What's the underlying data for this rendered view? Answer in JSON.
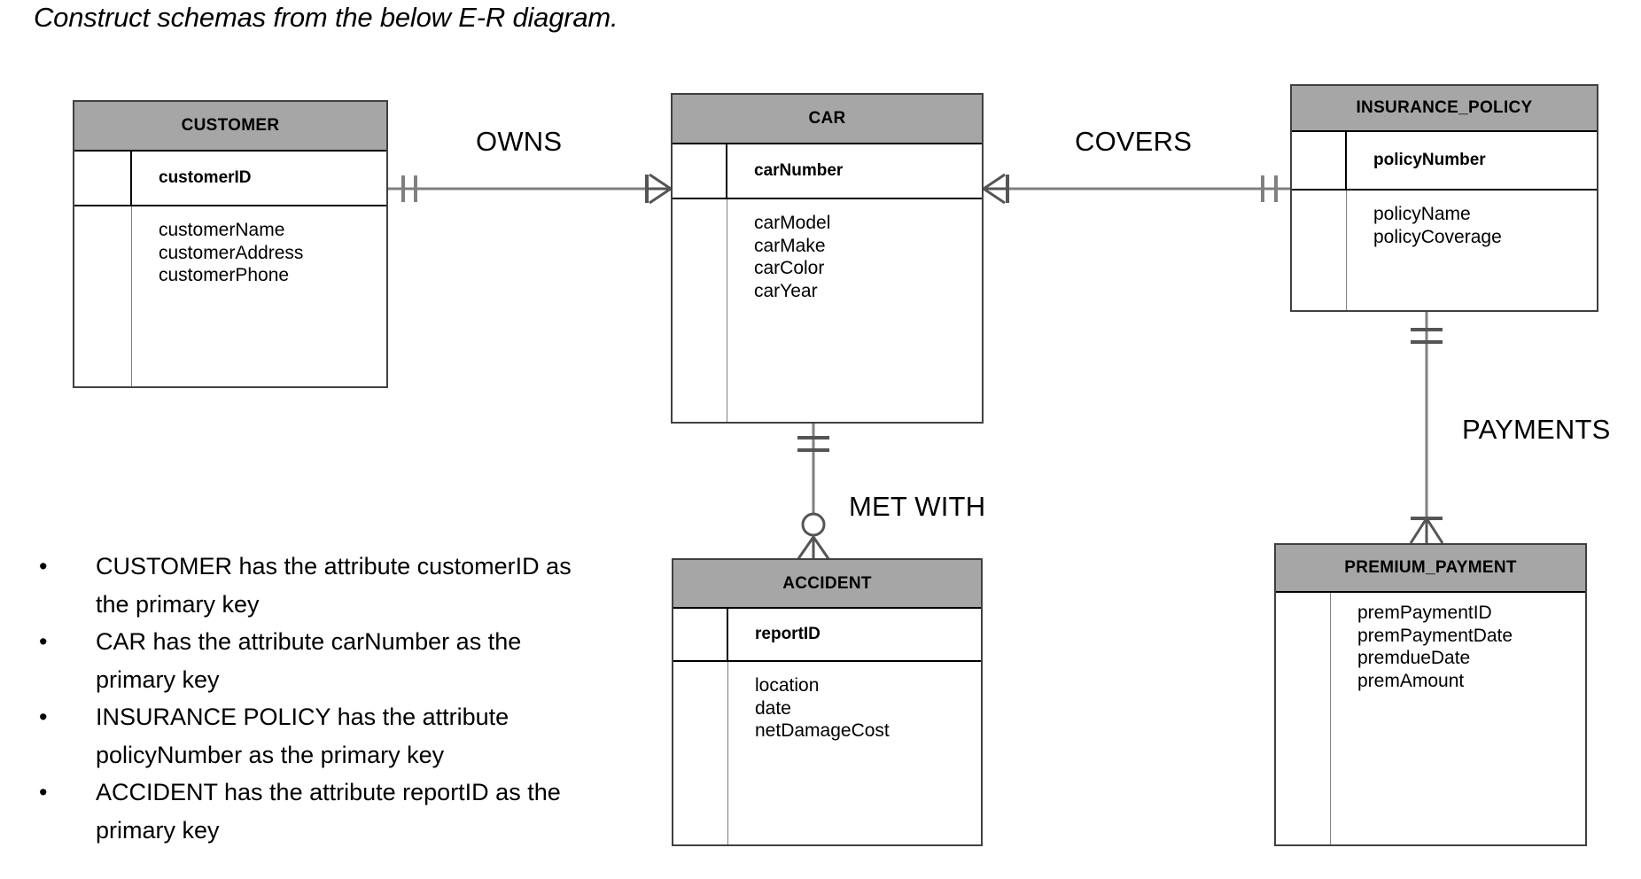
{
  "title": "Construct schemas from the below E-R diagram.",
  "colors": {
    "header_fill": "#a6a6a6",
    "border_dark": "#000000",
    "border_soft": "#808080",
    "line": "#808080",
    "text": "#000000",
    "background": "#ffffff"
  },
  "entities": [
    {
      "name": "CUSTOMER",
      "primary_key": "customerID",
      "attributes": [
        "customerName",
        "customerAddress",
        "customerPhone"
      ]
    },
    {
      "name": "CAR",
      "primary_key": "carNumber",
      "attributes": [
        "carModel",
        "carMake",
        "carColor",
        "carYear"
      ]
    },
    {
      "name": "INSURANCE_POLICY",
      "primary_key": "policyNumber",
      "attributes": [
        "policyName",
        "policyCoverage"
      ]
    },
    {
      "name": "ACCIDENT",
      "primary_key": "reportID",
      "attributes": [
        "location",
        "date",
        "netDamageCost"
      ]
    },
    {
      "name": "PREMIUM_PAYMENT",
      "primary_key": "",
      "attributes": [
        "premPaymentID",
        "premPaymentDate",
        "premdueDate",
        "premAmount"
      ]
    }
  ],
  "relationships": [
    {
      "label": "OWNS",
      "from": "CUSTOMER",
      "to": "CAR",
      "from_cardinality": "one-and-only-one",
      "to_cardinality": "many"
    },
    {
      "label": "COVERS",
      "from": "CAR",
      "to": "INSURANCE_POLICY",
      "from_cardinality": "many",
      "to_cardinality": "one-and-only-one"
    },
    {
      "label": "MET WITH",
      "from": "CAR",
      "to": "ACCIDENT",
      "from_cardinality": "one-and-only-one",
      "to_cardinality": "zero-or-many"
    },
    {
      "label": "PAYMENTS",
      "from": "INSURANCE_POLICY",
      "to": "PREMIUM_PAYMENT",
      "from_cardinality": "one-and-only-one",
      "to_cardinality": "one-or-many"
    }
  ],
  "notes": [
    "CUSTOMER has the attribute customerID as the primary key",
    "CAR has the attribute carNumber as the primary key",
    "INSURANCE POLICY has the attribute policyNumber as the primary key",
    "ACCIDENT has the attribute reportID as the primary key"
  ],
  "bullet_glyph": "•"
}
